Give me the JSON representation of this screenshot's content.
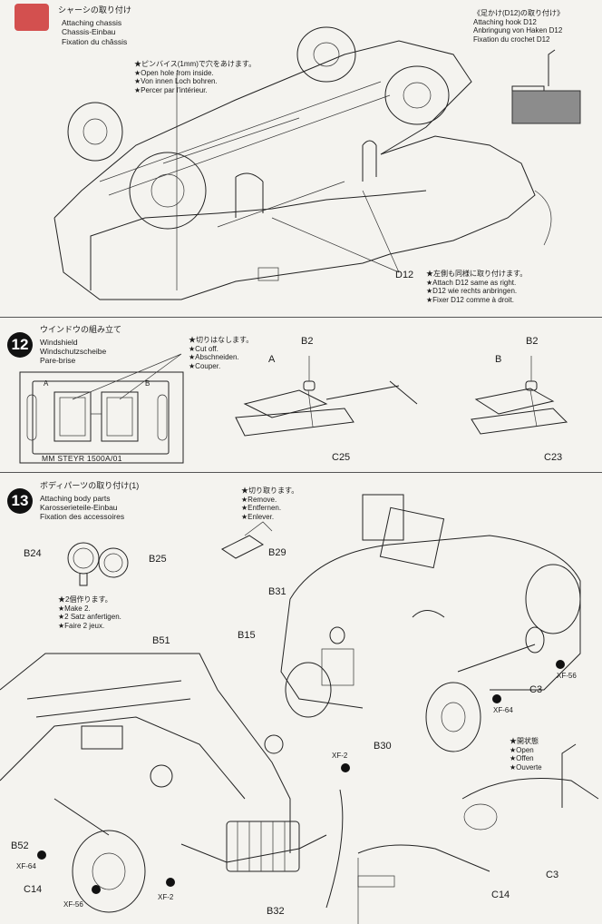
{
  "section11": {
    "title_jp": "シャーシの取り付け",
    "title_en": "Attaching chassis",
    "title_de": "Chassis-Einbau",
    "title_fr": "Fixation du châssis",
    "note_pin": [
      "★ピンバイス(1mm)で穴をあけます。",
      "★Open hole from inside.",
      "★Von innen Loch bohren.",
      "★Percer par l'intérieur."
    ],
    "hook_title": [
      "《足かけ(D12)の取り付け》",
      "Attaching hook D12",
      "Anbringung von Haken D12",
      "Fixation du crochet D12"
    ],
    "part_d12": "D12",
    "note_d12": [
      "★左側も同様に取り付けます。",
      "★Attach D12 same as right.",
      "★D12 wie rechts anbringen.",
      "★Fixer D12 comme à droit."
    ]
  },
  "section12": {
    "number": "12",
    "title_jp": "ウインドウの組み立て",
    "title_en": "Windshield",
    "title_de": "Windschutzscheibe",
    "title_fr": "Pare-brise",
    "note_cut": [
      "★切りはなします。",
      "★Cut off.",
      "★Abschneiden.",
      "★Couper."
    ],
    "sprue_label": "MM STEYR 1500A/01",
    "sprue_a": "A",
    "sprue_b": "B",
    "parts": {
      "a": "A",
      "b2_left": "B2",
      "b": "B",
      "b2_right": "B2",
      "c25": "C25",
      "c23": "C23"
    }
  },
  "section13": {
    "number": "13",
    "title_jp": "ボディパーツの取り付け(1)",
    "title_en": "Attaching body parts",
    "title_de": "Karosserieteile-Einbau",
    "title_fr": "Fixation des accessoires",
    "note_remove": [
      "★切り取ります。",
      "★Remove.",
      "★Entfernen.",
      "★Enlever."
    ],
    "note_make2": [
      "★2個作ります。",
      "★Make 2.",
      "★2 Satz anfertigen.",
      "★Faire 2 jeux."
    ],
    "note_open": [
      "★開状態",
      "★Open",
      "★Offen",
      "★Ouverte"
    ],
    "parts": {
      "b24": "B24",
      "b25": "B25",
      "b29": "B29",
      "b31": "B31",
      "b15": "B15",
      "b51": "B51",
      "b52": "B52",
      "c14": "C14",
      "c14b": "C14",
      "b30": "B30",
      "c3": "C3",
      "c3b": "C3",
      "b32": "B32",
      "xf56a": "XF-56",
      "xf64a": "XF-64",
      "xf64b": "XF-64",
      "xf56b": "XF-56",
      "xf2a": "XF-2",
      "xf2b": "XF-2"
    }
  }
}
